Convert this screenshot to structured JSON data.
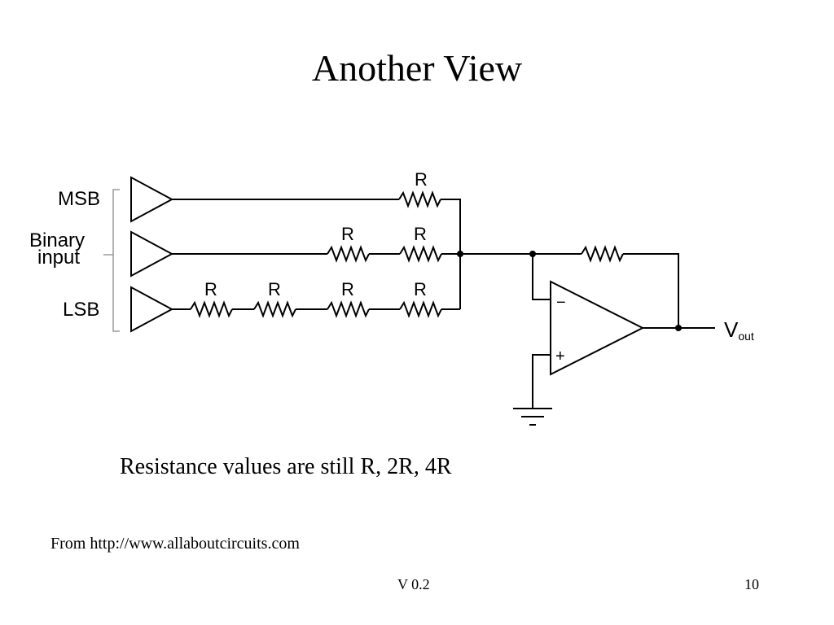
{
  "slide": {
    "title": "Another View",
    "caption": "Resistance values are still R, 2R, 4R",
    "source": "From http://www.allaboutcircuits.com",
    "version": "V 0.2",
    "page_number": "10"
  },
  "diagram": {
    "labels": {
      "msb": "MSB",
      "lsb": "LSB",
      "binary": "Binary",
      "input": "input",
      "resistor": "R",
      "minus": "−",
      "plus": "+",
      "vout_main": "V",
      "vout_sub": "out"
    }
  }
}
